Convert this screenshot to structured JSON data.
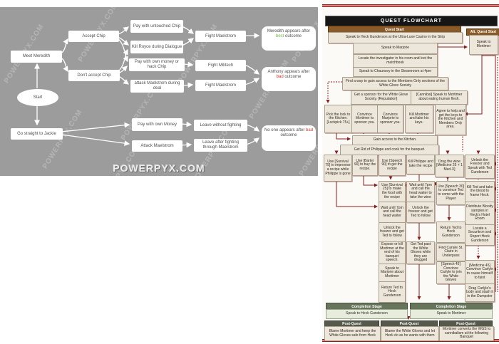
{
  "left_chart": {
    "watermark_text": "POWERPYX.COM",
    "logo_text": "POWERPYX.COM",
    "colors": {
      "best_outcome": "#6db33f",
      "bad_outcome": "#d2362a",
      "background": "#9c9c9c"
    },
    "nodes": {
      "start": "Start",
      "meet_meredith": "Meet Meredith",
      "accept_chip": "Accept Chip",
      "dont_accept_chip": "Don't accept Chip",
      "pay_untouched": "Pay with untouched Chip",
      "kill_royce": "Kill Royce during Dialogue",
      "pay_own_or_hack": "Pay with own money or hack Chip",
      "attack_during_deal": "attack Maelstrom during deal",
      "fight_maelstrom_1": "Fight Maelstrom",
      "fight_militech": "Fight Militech",
      "fight_maelstrom_2": "Fight Maelstrom",
      "go_straight_jackie": "Go straight to Jackie",
      "pay_own_money": "Pay with own Money",
      "attack_maelstrom": "Attack Maelstrom",
      "leave_without": "Leave without fighting",
      "leave_after": "Leave after fighting through Maelstrom"
    },
    "outcomes": {
      "meredith": {
        "pre": "Meredith appears after",
        "word": "best",
        "post": "outcome"
      },
      "anthony": {
        "pre": "Anthony appears after",
        "word": "bad",
        "post": "outcome"
      },
      "noone": {
        "pre": "No one appears after",
        "word": "bad",
        "post": "outcome"
      }
    }
  },
  "right_chart": {
    "title": "QUEST FLOWCHART",
    "colors": {
      "line": "#8b1f1f",
      "box": "#ece7da",
      "quest_start_bar": "#8a5a28",
      "completion_bar": "#66755c",
      "post_quest_bar": "#555a4c"
    },
    "quest_start": {
      "header": "Quest Start",
      "body": "Speak to Heck Gunderson at the Ultra-Luxe Casino in the Strip"
    },
    "alt_quest_start": {
      "header": "Alt. Quest Start",
      "body": "Speak to Mortimer"
    },
    "steps": {
      "marjorie": "Speak to Marjorie",
      "investigator": "Locate the investigator in his room and loot the matchbook",
      "chauncey": "Speak to Chauncey in the Steamroom at 4pm",
      "find_access": "Find a way to gain access to the Members Only sections of the White Glove Society",
      "sponsor": "Get a sponsor for the White Glove Society. [Reputation]",
      "cannibal": "[Cannibal] Speak to Mortimer about eating human flesh.",
      "pick_lock": "Pick the lock to the Kitchen. [Lockpick 75+]",
      "convince_mortimer": "Convince Mortimer to sponsor you.",
      "convince_marjorie": "Convince Marjorie to sponsor you.",
      "kill_mortimer": "Kill Mortimer and take his keys.",
      "agree_help": "Agree to help and get the keys to the Kitchen and Members Only area.",
      "gain_access": "Gain access to the Kitchen.",
      "get_rid": "Get Rid of Philippe and cook for the banquet.",
      "survival75": "Use [Survival 75] to improvise a recipe while Philippe is gone",
      "barter90": "Use [Barter 90] to buy the recipe.",
      "speech90": "Use [Speech 90] to get the recipe",
      "kill_philippe": "Kill Philippe and take the recipe",
      "drug_wine": "Drug the wine [Medicine 25 + 1 Med-X]",
      "unlock_freezer_speak": "Unlock the Freezer and Speak with Ted Gunderson",
      "survival25": "Use [Survival 25] to make the food with the recipe",
      "wait_wine": "Wait until 7pm and call the head waiter to take the wine",
      "wait_waiter": "Wait until 7pm and call the head waiter",
      "unlock_follow_1": "Unlock the freezer and get Ted to follow",
      "speech30": "Use [Speech 30] to convince Ted to come with the Player",
      "kill_ted": "Kill Ted and take the blood to frame Heck.",
      "unlock_follow_2": "Unlock the freezer and get Ted to follow",
      "distribute": "Distribute Bloody samples in Heck's Hotel Room",
      "expose": "Expose or kill Mortimer at the end of his banquet speech.",
      "ted_past": "Get Ted past the White Gloves while they are drugged",
      "return_ted_1": "Return Ted to Heck Gunderson",
      "securitron": "Locate a Securitron and Report Heck Gunderson",
      "marjorie_mortimer": "Speak to Marjorie about Mortimer",
      "find_carlyle": "Find Carlyle St. Claire in Underpass",
      "return_ted_2": "Return Ted to Heck Gunderson",
      "speech45": "[Speech 45] Convince Carlyle to join the White Gloves",
      "medicine45": "[Medicine 45] Convince Carlyle to cause himself to faint",
      "drag_carlyle": "Drag Carlyle's body and stash it in the Dumpster"
    },
    "completion": [
      {
        "header": "Completion Stage",
        "body": "Speak to Heck Gunderson"
      },
      {
        "header": "Completion Stage",
        "body": "Speak to Mortimer"
      }
    ],
    "post_quest": [
      {
        "header": "Post-Quest",
        "body": "Blame Mortimer and keep the White Gloves safe from Heck"
      },
      {
        "header": "Post-Quest",
        "body": "Blame the White Gloves and let Heck do as he wants with them"
      },
      {
        "header": "Post-Quest",
        "body": "Mortimer converts the WGS to cannibalism at the following Banquet"
      }
    ]
  }
}
